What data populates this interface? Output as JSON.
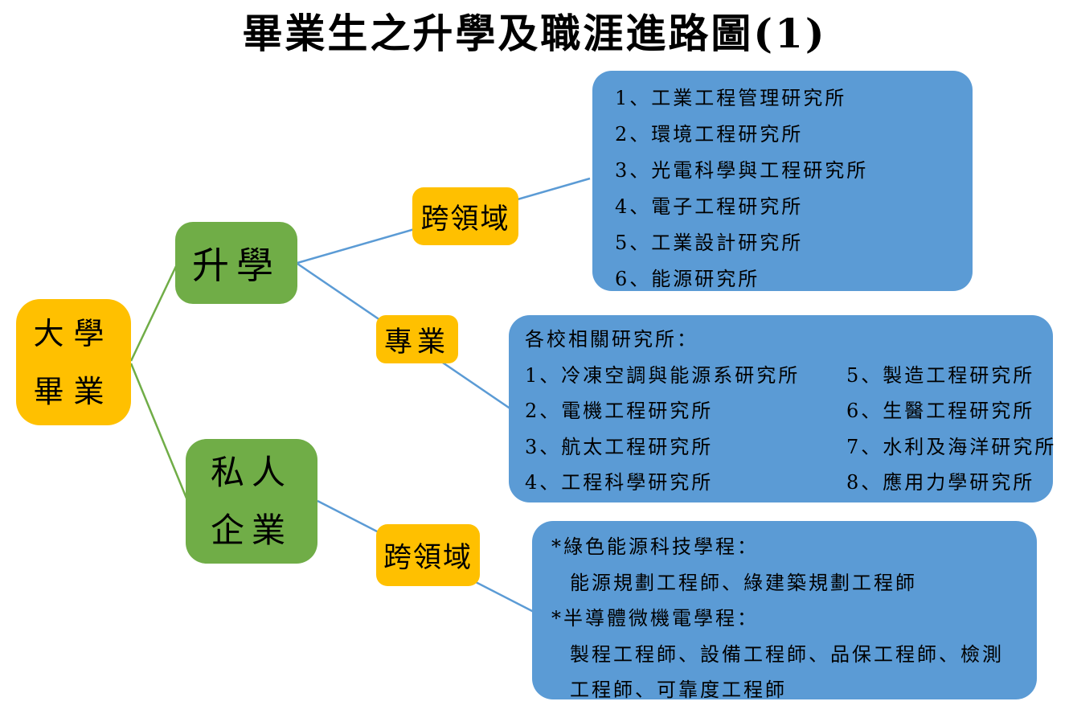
{
  "title": "畢業生之升學及職涯進路圖(1)",
  "colors": {
    "node_yellow": "#FFC000",
    "node_green": "#70AD47",
    "box_blue": "#5B9BD5",
    "connector_green": "#70AD47",
    "connector_blue": "#5B9BD5",
    "text": "#000000"
  },
  "nodes": {
    "university": {
      "line1": "大學",
      "line2": "畢業"
    },
    "further_study": {
      "label": "升學"
    },
    "private_company": {
      "line1": "私人",
      "line2": "企業"
    },
    "cross_domain_study": {
      "label": "跨領域"
    },
    "professional": {
      "label": "專業"
    },
    "cross_domain_work": {
      "label": "跨領域"
    }
  },
  "boxes": {
    "cross_domain_institutes": {
      "items": [
        "1、工業工程管理研究所",
        "2、環境工程研究所",
        "3、光電科學與工程研究所",
        "4、電子工程研究所",
        "5、工業設計研究所",
        "6、能源研究所"
      ]
    },
    "professional_institutes": {
      "header": "各校相關研究所：",
      "left_items": [
        "1、冷凍空調與能源系研究所",
        "2、電機工程研究所",
        "3、航太工程研究所",
        "4、工程科學研究所"
      ],
      "right_items": [
        "5、製造工程研究所",
        "6、生醫工程研究所",
        "7、水利及海洋研究所",
        "8、應用力學研究所"
      ]
    },
    "cross_domain_careers": {
      "lines": [
        "*綠色能源科技學程：",
        "能源規劃工程師、綠建築規劃工程師",
        "*半導體微機電學程：",
        "製程工程師、設備工程師、品保工程師、檢測",
        "工程師、可靠度工程師"
      ]
    }
  }
}
